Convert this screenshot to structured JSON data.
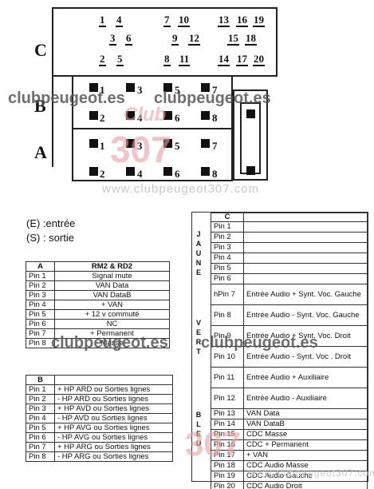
{
  "connector": {
    "row_letters": [
      "C",
      "B",
      "A"
    ],
    "c_pins_top": [
      "1",
      "4",
      "7",
      "10",
      "13",
      "16",
      "19"
    ],
    "c_pins_mid": [
      "3",
      "6",
      "9",
      "12",
      "15",
      "18"
    ],
    "c_pins_bot": [
      "2",
      "5",
      "8",
      "11",
      "14",
      "17",
      "20"
    ],
    "b_top": [
      "1",
      "3",
      "5",
      "7"
    ],
    "b_bot": [
      "2",
      "4",
      "6",
      "8"
    ],
    "a_top": [
      "1",
      "3",
      "5",
      "7"
    ],
    "a_bot": [
      "2",
      "4",
      "6",
      "8"
    ]
  },
  "watermarks": {
    "site": "clubpeugeot.es",
    "url": "www.clubpeugeot307.com",
    "logo_club": "Club",
    "logo_num": "307"
  },
  "legend": {
    "entree": "(E) :entrée",
    "sortie": "(S) : sortie"
  },
  "table_a": {
    "header_left": "A",
    "header_right": "RM2 & RD2",
    "rows": [
      [
        "Pin  1",
        "Signal mute"
      ],
      [
        "Pin  2",
        "VAN Data"
      ],
      [
        "Pin  3",
        "VAN DataB"
      ],
      [
        "Pin  4",
        "+ VAN"
      ],
      [
        "Pin  5",
        "+ 12 v commuté"
      ],
      [
        "Pin  6",
        "NC"
      ],
      [
        "Pin  7",
        "+ Permanent"
      ],
      [
        "Pin  8",
        "Masse"
      ]
    ]
  },
  "table_b": {
    "header_left": "B",
    "rows": [
      [
        "Pin  1",
        "+ HP ARD ou Sorties lignes"
      ],
      [
        "Pin  2",
        "- HP ARD ou Sorties lignes"
      ],
      [
        "Pin  3",
        "+ HP AVD ou Sorties lignes"
      ],
      [
        "Pin  4",
        "- HP AVD ou Sorties lignes"
      ],
      [
        "Pin  5",
        "+ HP AVG ou Sorties lignes"
      ],
      [
        "Pin  6",
        "- HP AVG ou Sorties lignes"
      ],
      [
        "Pin  7",
        "+ HP ARG ou Sorties lignes"
      ],
      [
        "Pin  8",
        "- HP ARG ou Sorties lignes"
      ]
    ]
  },
  "table_c": {
    "header_left": "C",
    "side_jaune": [
      "J",
      "A",
      "U",
      "N",
      "E"
    ],
    "side_vert": [
      "V",
      "E",
      "R",
      "T"
    ],
    "side_bleu": [
      "B",
      "L",
      "E",
      "U"
    ],
    "rows": [
      [
        "Pin 1",
        ""
      ],
      [
        "Pin 2",
        ""
      ],
      [
        "Pin 3",
        ""
      ],
      [
        "Pin 4",
        ""
      ],
      [
        "Pin 5",
        ""
      ],
      [
        "Pin 6",
        ""
      ],
      [
        "hPin 7",
        "Entrée Audio + Synt. Voc. Gauche"
      ],
      [
        "Pin 8",
        "Entrée Audio  - Synt. Voc. Gauche"
      ],
      [
        "Pin 9",
        "Entrée Audio + Synt. Voc. Droit"
      ],
      [
        "Pin 10",
        "Entrée Audio - Synt. Voc . Droit"
      ],
      [
        "Pin 11",
        "Entrée Audio + Auxiliaire"
      ],
      [
        "Pin 12",
        "Entrée Audio - Auxiliaire"
      ],
      [
        "Pin 13",
        "VAN Data"
      ],
      [
        "Pin 14",
        "VAN DataB"
      ],
      [
        "Pin 15",
        "CDC Masse"
      ],
      [
        "Pin 16",
        "CDC + Permanent"
      ],
      [
        "Pin 17",
        "+ VAN"
      ],
      [
        "Pin 18",
        "CDC Audio Masse"
      ],
      [
        "Pin 19",
        "CDC Audio Gauche"
      ],
      [
        "Pin 20",
        "CDC Audio Droit"
      ]
    ]
  }
}
